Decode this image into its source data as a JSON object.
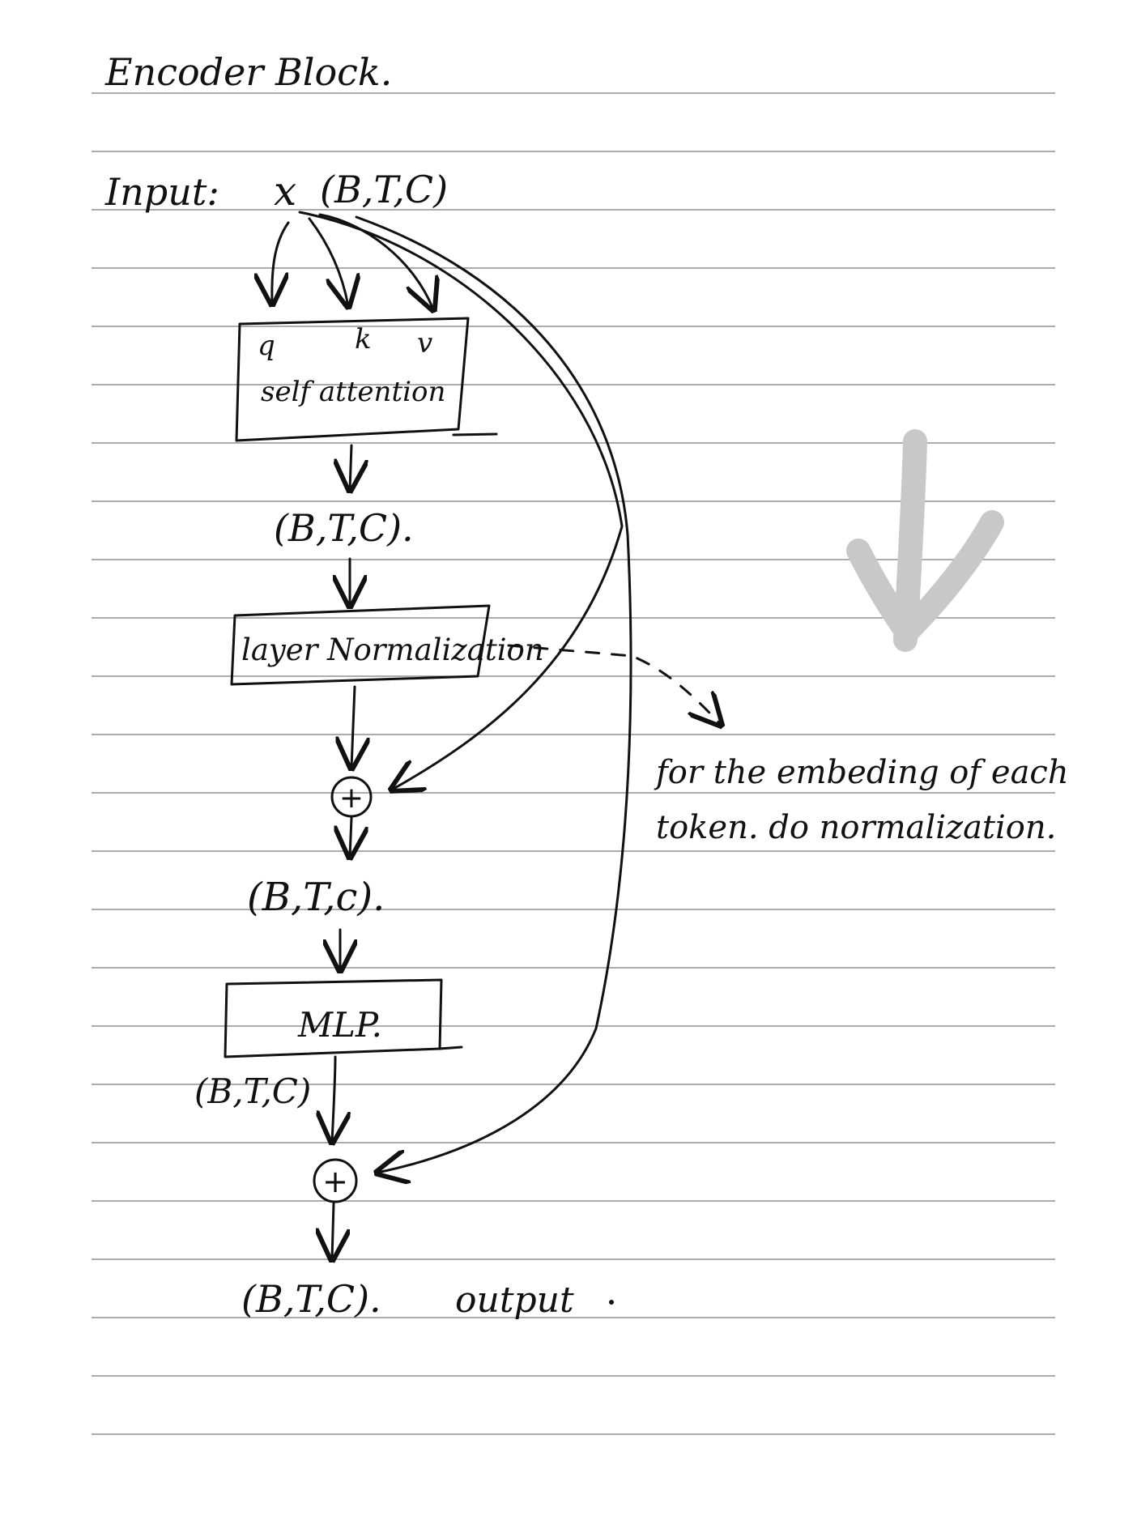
{
  "title": "Encoder Block.",
  "input_label": "Input:",
  "input_var": "x",
  "input_shape": "(B,T,C)",
  "qkv": {
    "q": "q",
    "k": "k",
    "v": "v"
  },
  "self_attention_label": "self attention",
  "shape_after_attention": "(B,T,C).",
  "layer_norm_label": "layer Normalization",
  "plus_1": "+",
  "shape_after_add": "(B,T,c).",
  "mlp_label": "MLP.",
  "shape_after_mlp": "(B,T,C)",
  "plus_2": "+",
  "output_shape": "(B,T,C).",
  "output_label": "output",
  "note": {
    "line1": "for the embeding of each",
    "line2": "token. do normalization."
  },
  "colors": {
    "ink": "#111111",
    "rule": "#7a7a7a",
    "big_arrow": "#c8c8c8",
    "paper": "#ffffff"
  }
}
